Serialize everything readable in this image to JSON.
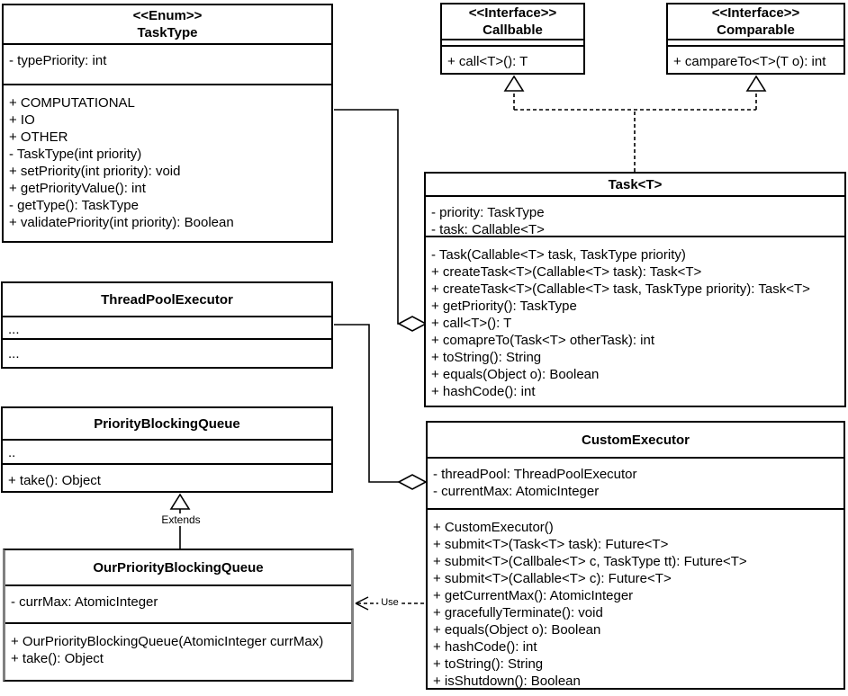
{
  "diagram": {
    "classes": {
      "tasktype": {
        "stereotype": "<<Enum>>",
        "name": "TaskType",
        "attributes": [
          "- typePriority: int"
        ],
        "methods": [
          "+ COMPUTATIONAL",
          "+ IO",
          "+ OTHER",
          "- TaskType(int priority)",
          "+ setPriority(int priority): void",
          "+ getPriorityValue(): int",
          "- getType(): TaskType",
          "+ validatePriority(int priority): Boolean"
        ]
      },
      "callable": {
        "stereotype": "<<Interface>>",
        "name": "Callbable",
        "attributes": [],
        "methods": [
          "+ call<T>(): T"
        ]
      },
      "comparable": {
        "stereotype": "<<Interface>>",
        "name": "Comparable",
        "attributes": [],
        "methods": [
          "+ campareTo<T>(T o): int"
        ]
      },
      "task": {
        "name": "Task<T>",
        "attributes": [
          "- priority: TaskType",
          "- task: Callable<T>"
        ],
        "methods": [
          "- Task(Callable<T> task, TaskType priority)",
          "+ createTask<T>(Callable<T> task): Task<T>",
          "+ createTask<T>(Callable<T> task, TaskType priority): Task<T>",
          "+ getPriority(): TaskType",
          "+ call<T>(): T",
          "+ comapreTo(Task<T> otherTask): int",
          "+ toString(): String",
          "+ equals(Object o): Boolean",
          "+ hashCode(): int"
        ]
      },
      "threadpoolexecutor": {
        "name": "ThreadPoolExecutor",
        "attributes": [
          "..."
        ],
        "methods": [
          "..."
        ]
      },
      "priorityblockingqueue": {
        "name": "PriorityBlockingQueue",
        "attributes": [
          ".."
        ],
        "methods": [
          "+ take(): Object"
        ]
      },
      "ourpriorityblockingqueue": {
        "name": "OurPriorityBlockingQueue",
        "attributes": [
          "- currMax: AtomicInteger"
        ],
        "methods": [
          "+ OurPriorityBlockingQueue(AtomicInteger currMax)",
          "+ take(): Object"
        ]
      },
      "customexecutor": {
        "name": "CustomExecutor",
        "attributes": [
          "- threadPool: ThreadPoolExecutor",
          "- currentMax: AtomicInteger"
        ],
        "methods": [
          "+ CustomExecutor()",
          "+ submit<T>(Task<T> task): Future<T>",
          "+ submit<T>(Callbale<T> c, TaskType tt): Future<T>",
          "+ submit<T>(Callable<T> c): Future<T>",
          "+ getCurrentMax(): AtomicInteger",
          "+ gracefullyTerminate(): void",
          "+ equals(Object o): Boolean",
          "+ hashCode(): int",
          "+ toString(): String",
          "+ isShutdown(): Boolean"
        ]
      }
    },
    "labels": {
      "extends": "Extends",
      "use": "Use"
    },
    "colors": {
      "stroke": "#000000",
      "background": "#ffffff",
      "highlight_border": "#808080"
    }
  }
}
